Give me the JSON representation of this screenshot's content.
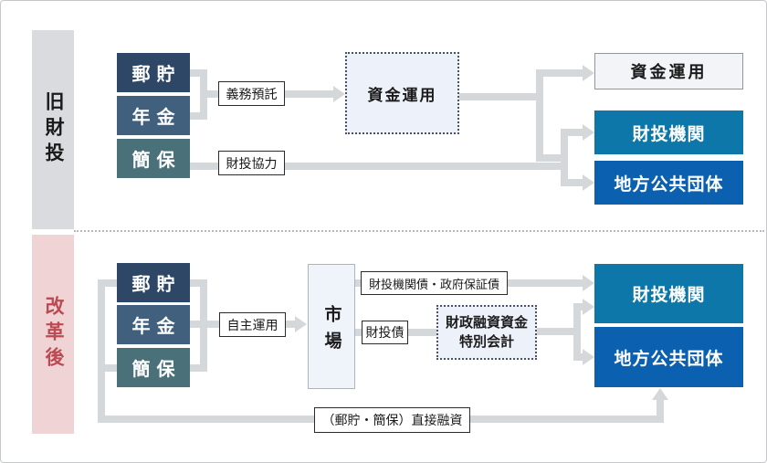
{
  "old_section": {
    "side_label": "旧財投",
    "sources": [
      {
        "label": "郵貯"
      },
      {
        "label": "年金"
      },
      {
        "label": "簡保"
      }
    ],
    "labels": {
      "mandatory_deposit": "義務預託",
      "filp_cooperation": "財投協力"
    },
    "process_box": {
      "label": "資金運用"
    },
    "destinations": [
      {
        "label": "資金運用"
      },
      {
        "label": "財投機関"
      },
      {
        "label": "地方公共団体"
      }
    ]
  },
  "new_section": {
    "side_label": "改革後",
    "sources": [
      {
        "label": "郵貯"
      },
      {
        "label": "年金"
      },
      {
        "label": "簡保"
      }
    ],
    "labels": {
      "independent_management": "自主運用",
      "agency_bonds": "財投機関債・政府保証債",
      "filp_bonds": "財投債",
      "direct_loans": "（郵貯・簡保）直接融資"
    },
    "market_box": {
      "label": "市場"
    },
    "special_account_box": {
      "line1": "財政融資資金",
      "line2": "特別会計"
    },
    "destinations": [
      {
        "label": "財投機関"
      },
      {
        "label": "地方公共団体"
      }
    ]
  },
  "colors": {
    "postal_savings_box": "#2e4766",
    "pension_box": "#40607e",
    "postal_insurance_box": "#4a717a",
    "filp_agency_box": "#0e77a9",
    "local_government_box": "#0b60b0",
    "old_section_bar": "#d9dbde",
    "new_section_bar": "#f0d3d5",
    "new_section_text": "#bb4a52",
    "connector_line": "#d5d8db",
    "dotted_box_bg": "#edf2fa"
  }
}
